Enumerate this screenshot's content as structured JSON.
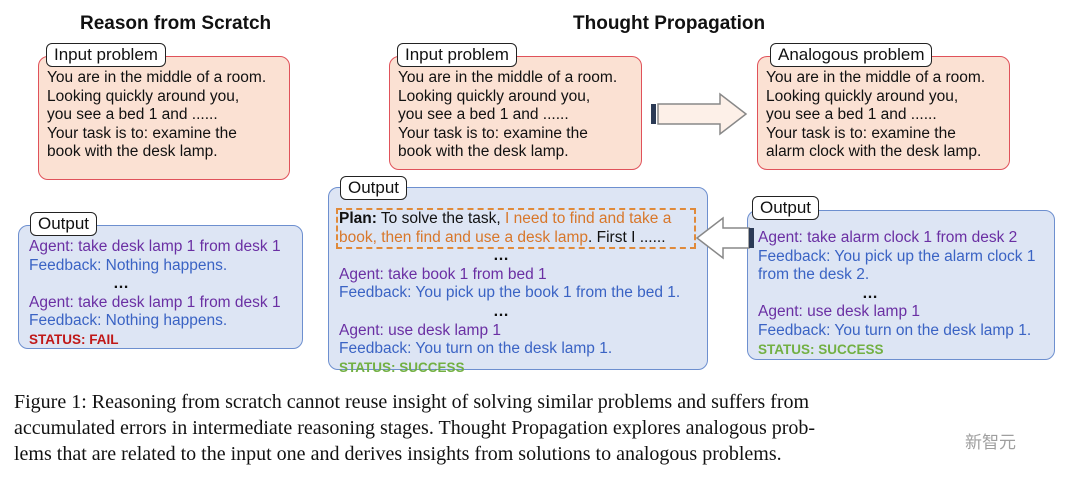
{
  "headings": {
    "left": "Reason from Scratch",
    "right": "Thought Propagation"
  },
  "left": {
    "input_tag": "Input problem",
    "input_lines": [
      "You are in the middle of a room.",
      "Looking quickly around you,",
      "you see a bed 1 and ......",
      "Your task is to: examine the",
      "book with the desk lamp."
    ],
    "output_tag": "Output",
    "agent1": "Agent: take desk lamp 1 from desk 1",
    "feedback1": "Feedback: Nothing happens.",
    "dots": "…",
    "agent2": "Agent: take desk lamp 1 from desk 1",
    "feedback2": "Feedback: Nothing happens.",
    "status": "STATUS: FAIL"
  },
  "middle": {
    "input_tag": "Input problem",
    "input_lines": [
      "You are in the middle of a room.",
      "Looking quickly around you,",
      "you see a bed 1 and ......",
      "Your task is to: examine the",
      "book with the desk lamp."
    ],
    "output_tag": "Output",
    "plan_label": "Plan:",
    "plan_line1_black": " To solve the task, ",
    "plan_line1_orange": "I need to find and take a",
    "plan_line2_orange": "book, then find and use a desk lamp",
    "plan_line2_black": ". First I ......",
    "dots1": "…",
    "agent1": "Agent: take book 1 from bed 1",
    "feedback1": "Feedback: You pick up the book 1 from the bed 1.",
    "dots2": "…",
    "agent2": "Agent: use desk lamp 1",
    "feedback2": "Feedback: You turn on the desk lamp 1.",
    "status": "STATUS: SUCCESS"
  },
  "right": {
    "input_tag": "Analogous problem",
    "input_lines": [
      "You are in the middle of a room.",
      "Looking quickly around you,",
      "you see a bed 1 and ......",
      "Your task is to: examine the",
      "alarm clock with the desk lamp."
    ],
    "output_tag": "Output",
    "agent1": "Agent: take alarm clock 1 from desk 2",
    "feedback1_l1": "Feedback: You pick up the alarm clock 1",
    "feedback1_l2": "from the desk 2.",
    "dots": "…",
    "agent2": "Agent: use desk lamp 1",
    "feedback2": "Feedback: You turn on the desk lamp 1.",
    "status": "STATUS: SUCCESS"
  },
  "caption": {
    "line1": "Figure 1: Reasoning from scratch cannot reuse insight of solving similar problems and suffers from",
    "line2": "accumulated errors in intermediate reasoning stages. Thought Propagation explores analogous prob-",
    "line3": "lems that are related to the input one and derives insights from solutions to analogous problems."
  },
  "watermark": "新智元",
  "colors": {
    "input_fill": "#fbe1d3",
    "input_border": "#e0525a",
    "output_fill": "#dde5f4",
    "output_border": "#6d8fcf",
    "agent": "#6a2fa3",
    "feedback": "#3a63c4",
    "fail": "#c01818",
    "success": "#72b043",
    "plan_orange": "#d8772a"
  }
}
